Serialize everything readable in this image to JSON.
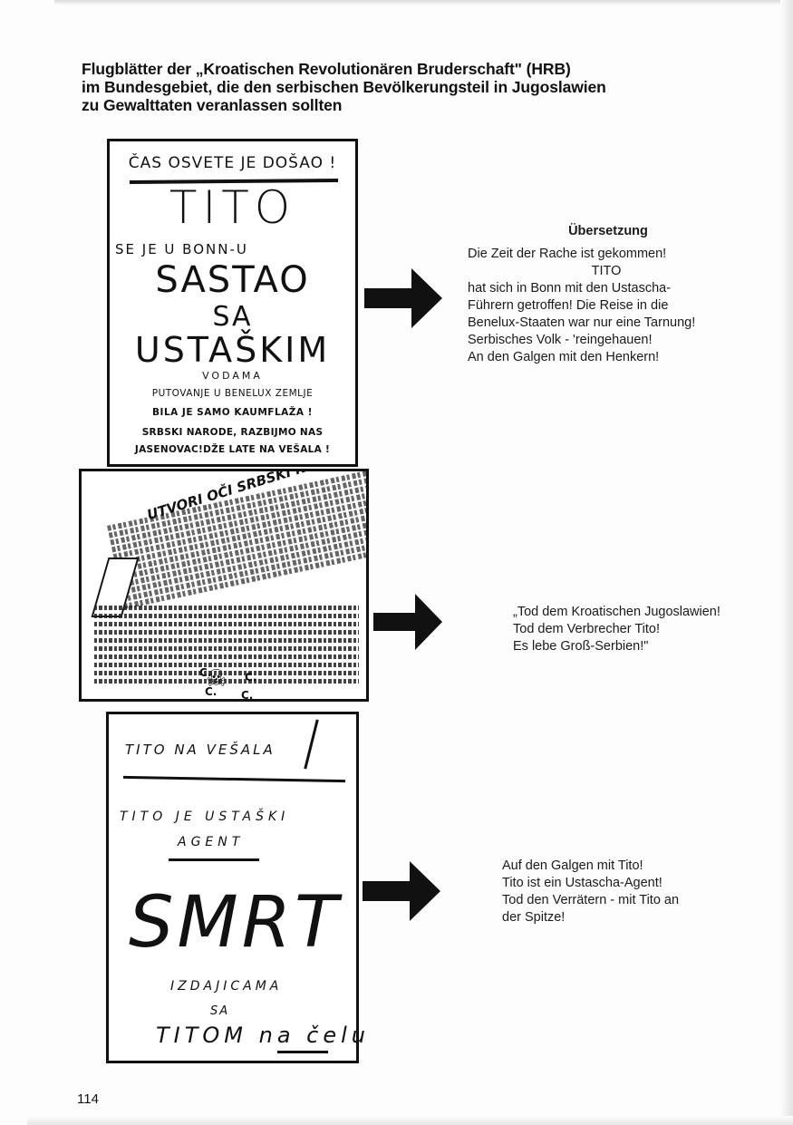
{
  "heading": {
    "line1": "Flugblätter der „Kroatischen Revolutionären Bruderschaft\" (HRB)",
    "line2": "im Bundesgebiet, die den serbischen Bevölkerungsteil in Jugoslawien",
    "line3": "zu Gewalttaten veranlassen sollten"
  },
  "flyer1": {
    "line1": "ČAS OSVETE JE DOŠAO !",
    "line2": "TITO",
    "line3": "SE JE U BONN-U",
    "line4": "SASTAO",
    "line5": "SA",
    "line6": "USTAŠKIM",
    "line7": "VODAMA",
    "line8": "PUTOVANJE U BENELUX ZEMLJE",
    "line9": "BILA JE SAMO KAUMFLAŽA !",
    "line10": "SRBSKI NARODE, RAZBIJMO NAS",
    "line11": "JASENOVAC!DŽE LATE NA VEŠALA !"
  },
  "flyer2": {
    "headline": "UTVORI OČI SRBSKI NARODE!",
    "marks": [
      "C.",
      "C.",
      "C.",
      "C."
    ],
    "skull": "☠"
  },
  "flyer3": {
    "line1": "TITO NA VEŠALA",
    "line2": "TITO JE USTAŠKI",
    "line3": "AGENT",
    "line4": "SMRT",
    "line5": "IZDAJICAMA",
    "line6": "SA",
    "line7": "TITOM na čelu"
  },
  "translation1": {
    "title": "Übersetzung",
    "line1": "Die Zeit der Rache ist gekommen!",
    "line2": "TITO",
    "line3": "hat sich in Bonn mit den Ustascha-",
    "line4": "Führern getroffen! Die Reise in die",
    "line5": "Benelux-Staaten war nur eine Tarnung!",
    "line6": "Serbisches Volk - 'reingehauen!",
    "line7": "An den Galgen mit den Henkern!"
  },
  "translation2": {
    "line1": "„Tod dem Kroatischen Jugoslawien!",
    "line2": "Tod dem Verbrecher Tito!",
    "line3": "Es lebe Groß-Serbien!\""
  },
  "translation3": {
    "line1": "Auf den Galgen mit Tito!",
    "line2": "Tito ist ein Ustascha-Agent!",
    "line3": "Tod den Verrätern - mit Tito an",
    "line4": "der Spitze!"
  },
  "page_number": "114"
}
